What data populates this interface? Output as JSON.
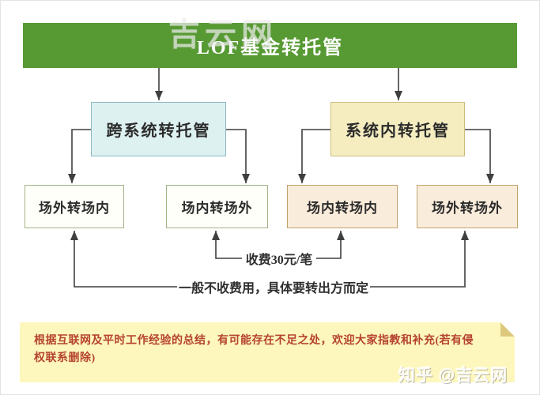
{
  "diagram": {
    "title": "LOF基金转托管",
    "level2": [
      {
        "label": "跨系统转托管"
      },
      {
        "label": "系统内转托管"
      }
    ],
    "level3": [
      {
        "label": "场外转场内"
      },
      {
        "label": "场内转场外"
      },
      {
        "label": "场内转场内"
      },
      {
        "label": "场外转场外"
      }
    ],
    "annotations": {
      "fee": "收费30元/笔",
      "free": "一般不收费用，具体要转出方而定"
    },
    "note": "根据互联网及平时工作经验的总结，有可能存在不足之处，欢迎大家指教和补充(若有侵权联系删除)",
    "watermarks": {
      "top": "吉云网",
      "bottom": "知乎 @吉云网"
    },
    "colors": {
      "banner_green": "#579a33",
      "cross_system_fill": "#ddf1f0",
      "cross_system_border": "#8ab8bf",
      "in_system_fill": "#f5edc0",
      "in_system_border": "#cdbe7e",
      "otc_box_fill": "#fdfff8",
      "otc_box_border": "#a3b287",
      "floor_box_fill": "#faecdb",
      "floor_box_border": "#c2a36e",
      "note_bg": "#fdf7bd",
      "note_text": "#b5432f",
      "connector_line": "#3f3f3f"
    }
  }
}
